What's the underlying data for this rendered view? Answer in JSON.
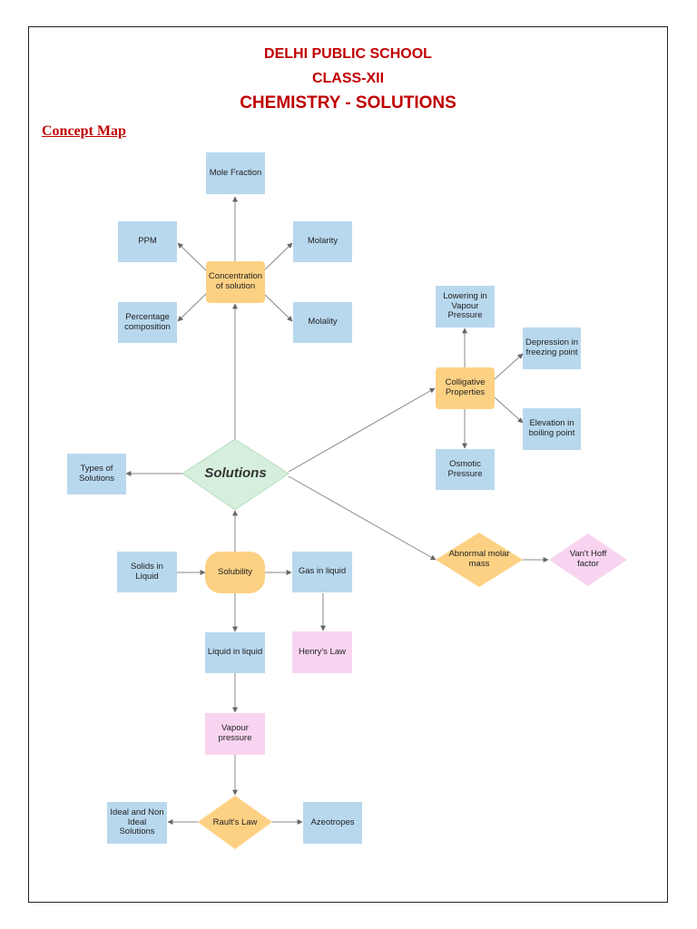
{
  "header": {
    "line1": "DELHI PUBLIC SCHOOL",
    "line2": "CLASS-XII",
    "line3": "CHEMISTRY - SOLUTIONS"
  },
  "section_title": "Concept Map",
  "nodes": {
    "mole_fraction": "Mole Fraction",
    "ppm": "PPM",
    "molarity": "Molarity",
    "concentration": "Concentration of solution",
    "percentage": "Percentage composition",
    "molality": "Molality",
    "lowering_vp": "Lowering in Vapour Pressure",
    "depression_fp": "Depression in freezing point",
    "colligative": "Colligative Properties",
    "elevation_bp": "Elevation in boiling point",
    "osmotic": "Osmotic Pressure",
    "types": "Types of Solutions",
    "solutions": "Solutions",
    "abnormal": "Abnormal molar mass",
    "vant_hoff": "Van't Hoff factor",
    "solids_liquid": "Solids in Liquid",
    "solubility": "Solubility",
    "gas_liquid": "Gas in liquid",
    "henrys": "Henry's Law",
    "liquid_liquid": "Liquid in liquid",
    "vapour_pressure": "Vapour pressure",
    "ideal_nonideal": "Ideal and Non Ideal Solutions",
    "raoults": "Rault's Law",
    "azeotropes": "Azeotropes"
  },
  "colors": {
    "blue_box": "#b8d8ee",
    "orange_box": "#fdd183",
    "pink_box": "#f8d4f0",
    "green_diamond": "#d5efdc",
    "title_red": "#c00000"
  }
}
